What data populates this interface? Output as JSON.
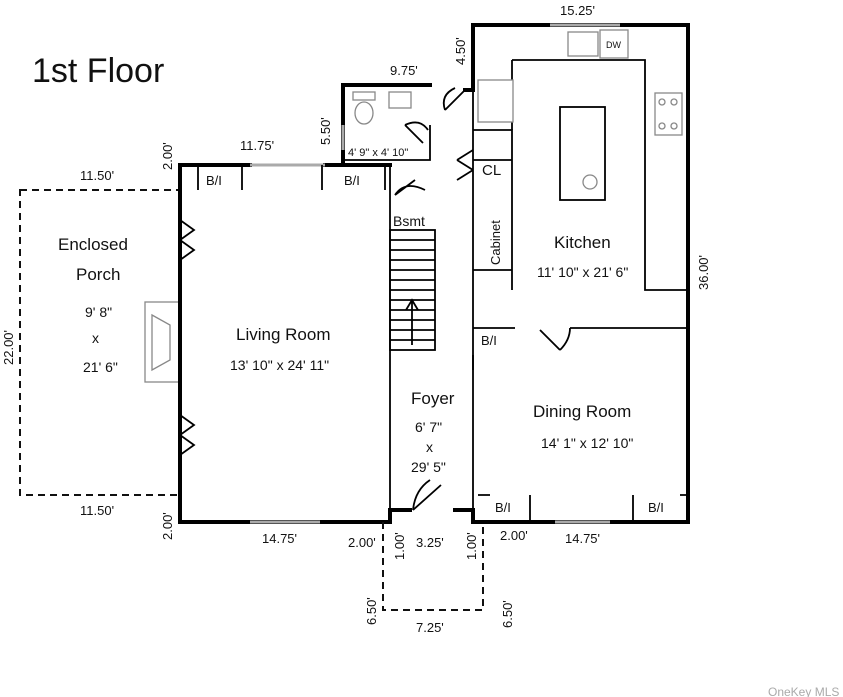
{
  "title": "1st Floor",
  "rooms": {
    "porch": {
      "name_line1": "Enclosed",
      "name_line2": "Porch",
      "size_line1": "9' 8\"",
      "size_x": "x",
      "size_line2": "21' 6\""
    },
    "living": {
      "name": "Living Room",
      "size": "13' 10\" x 24' 11\""
    },
    "foyer": {
      "name": "Foyer",
      "size_line1": "6' 7\"",
      "size_x": "x",
      "size_line2": "29' 5\""
    },
    "kitchen": {
      "name": "Kitchen",
      "size": "11' 10\" x 21' 6\""
    },
    "dining": {
      "name": "Dining Room",
      "size": "14' 1\" x 12' 10\""
    },
    "bath": {
      "size": "4' 9\" x 4' 10\""
    }
  },
  "labels": {
    "bi": "B/I",
    "cl": "CL",
    "bsmt": "Bsmt",
    "cabinet": "Cabinet",
    "dw": "DW"
  },
  "dimensions": {
    "kitchen_top": "15.25'",
    "bath_top": "9.75'",
    "kitchen_step": "4.50'",
    "bath_side": "5.50'",
    "living_step": "2.00'",
    "living_top": "11.75'",
    "porch_top": "11.50'",
    "porch_side": "22.00'",
    "porch_bottom": "11.50'",
    "living_bottom_step": "2.00'",
    "living_bottom": "14.75'",
    "entry_left": "2.00'",
    "entry_left_return": "1.00'",
    "entry_door": "3.25'",
    "entry_right_return": "1.00'",
    "entry_right": "2.00'",
    "dining_bottom": "14.75'",
    "stoop_left": "6.50'",
    "stoop_bottom": "7.25'",
    "stoop_right": "6.50'",
    "right_side": "36.00'"
  },
  "watermark": "OneKey MLS"
}
